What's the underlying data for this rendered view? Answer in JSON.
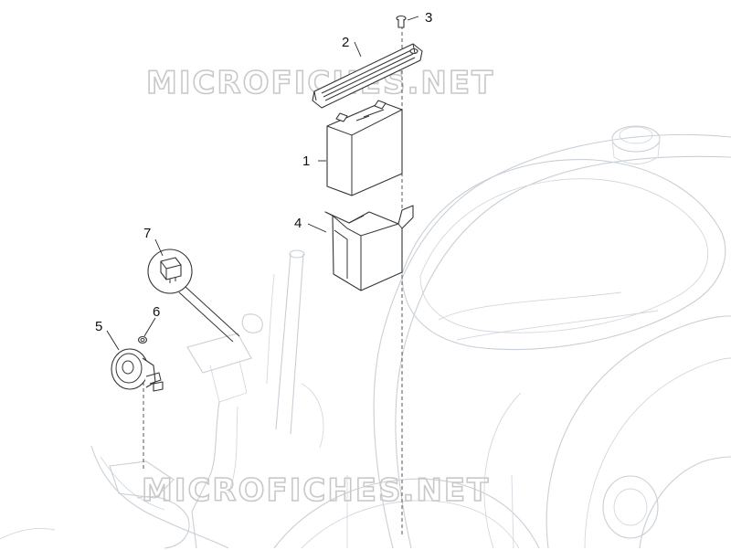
{
  "watermark": {
    "top": "MICROFICHES.NET",
    "bottom": "MICROFICHES.NET"
  },
  "callouts": [
    {
      "id": "1",
      "label": "1"
    },
    {
      "id": "2",
      "label": "2"
    },
    {
      "id": "3",
      "label": "3"
    },
    {
      "id": "4",
      "label": "4"
    },
    {
      "id": "5",
      "label": "5"
    },
    {
      "id": "6",
      "label": "6"
    },
    {
      "id": "7",
      "label": "7"
    }
  ]
}
